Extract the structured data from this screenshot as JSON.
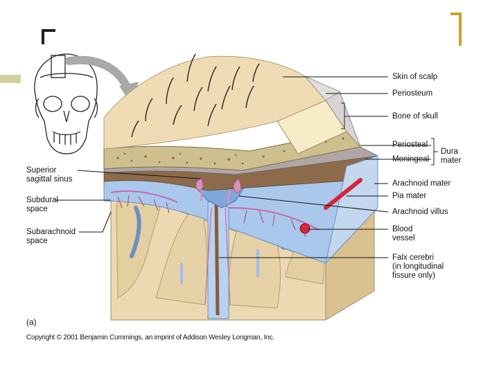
{
  "colors": {
    "accent_bracket": "#c9a227",
    "accent_bar": "#d4cfa0",
    "bracket_dark": "#222222",
    "scalp": "#efdcb5",
    "bone": "#c9b98a",
    "dura": "#c8c4c4",
    "arachnoid": "#a9c8ec",
    "pia": "#d98fb9",
    "brain": "#e8d3a8",
    "vessel": "#d7263d"
  },
  "labels_right": {
    "skin_of_scalp": "Skin of scalp",
    "periosteum": "Periosteum",
    "bone_of_skull": "Bone of skull",
    "periosteal": "Periosteal",
    "meningeal": "Meningeal",
    "dura_mater": "Dura\nmater",
    "arachnoid_mater": "Arachnoid mater",
    "pia_mater": "Pia mater",
    "arachnoid_villus": "Arachnoid villus",
    "blood_vessel": "Blood\nvessel",
    "falx_cerebri": "Falx cerebri\n(in longitudinal\nfissure only)"
  },
  "labels_left": {
    "superior_sagittal_sinus": "Superior\nsagittal sinus",
    "subdural_space": "Subdural\nspace",
    "subarachnoid_space": "Subarachnoid\nspace"
  },
  "figure_letter": "(a)",
  "copyright": "Copyright © 2001 Benjamin Cummings, an imprint of Addison Wesley Longman, Inc."
}
